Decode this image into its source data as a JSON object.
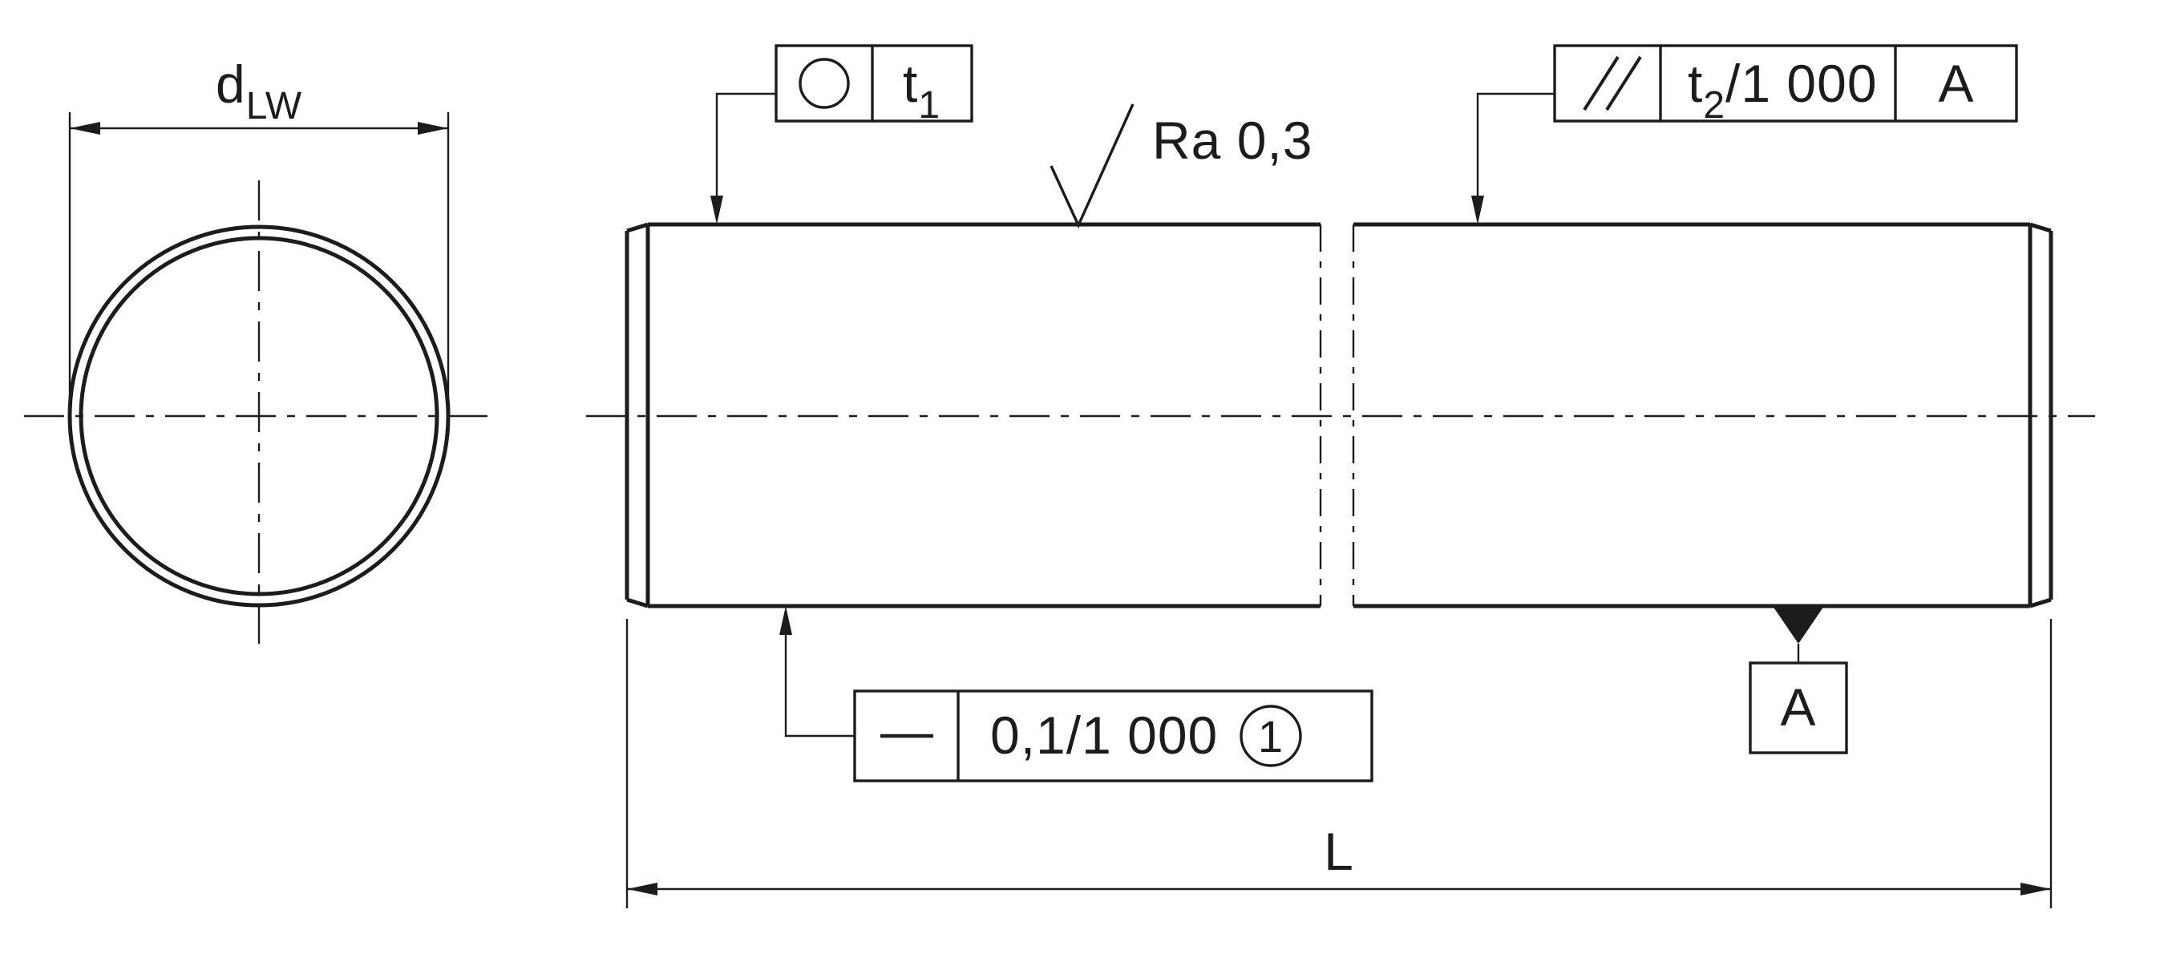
{
  "colors": {
    "ink": "#1c1c1c",
    "background": "#ffffff"
  },
  "end_view": {
    "diameter_label": {
      "base": "d",
      "subscript": "LW"
    }
  },
  "side_view": {
    "roughness_label": "Ra 0,3",
    "length_label": "L",
    "datum_flag": "A"
  },
  "frames": {
    "circularity": {
      "symbol": "circularity-icon",
      "tolerance_base": "t",
      "tolerance_subscript": "1"
    },
    "parallelism": {
      "symbol": "parallelism-icon",
      "tolerance_base": "t",
      "tolerance_subscript": "2",
      "tolerance_suffix": "/1 000",
      "datum_reference": "A"
    },
    "straightness": {
      "symbol": "straightness-icon",
      "value": "0,1/1 000",
      "note": "1"
    }
  }
}
